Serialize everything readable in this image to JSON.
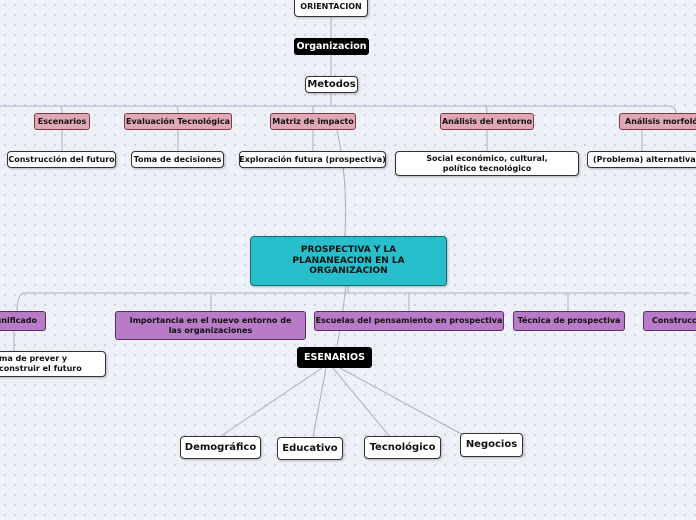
{
  "nodes": {
    "orientacion": "ORIENTACION",
    "organizacion": "Organizacion",
    "metodos": "Metodos",
    "escenarios": "Escenarios",
    "evaluacion_tecnologica": "Evaluación Tecnológica",
    "matriz_de_impacto": "Matriz de impacto",
    "analisis_del_entorno": "Análisis del entorno",
    "analisis_morfologico": "Análisis morfológ",
    "construccion_del_futuro": "Construcción del futuro",
    "toma_de_decisiones": "Toma de decisiones",
    "exploracion_futura": "Exploración futura (prospectiva)",
    "social_economico": "Social económico, cultural, político tecnológico",
    "problema_alternativas": "(Problema) alternativas",
    "central": "PROSPECTIVA Y LA PLANANEACION EN LA ORGANIZACION",
    "significado": "gnificado",
    "importancia": "Importancia en el nuevo entorno de las organizaciones",
    "escuelas": "Escuelas del pensamiento en prospectiva",
    "tecnica": "Técnica de prospectiva",
    "construccion": "Construcci",
    "forma_de_prever": "ma de prever y construir el futuro",
    "esenarios": "ESENARIOS",
    "demografico": "Demográfico",
    "educativo": "Educativo",
    "tecnologico": "Tecnológico",
    "negocios": "Negocios"
  },
  "colors": {
    "central": "#26bfcb",
    "pink": "#e0a8b4",
    "purple": "#b77bc7",
    "dark": "#000000",
    "link": "#a9b0c6"
  }
}
